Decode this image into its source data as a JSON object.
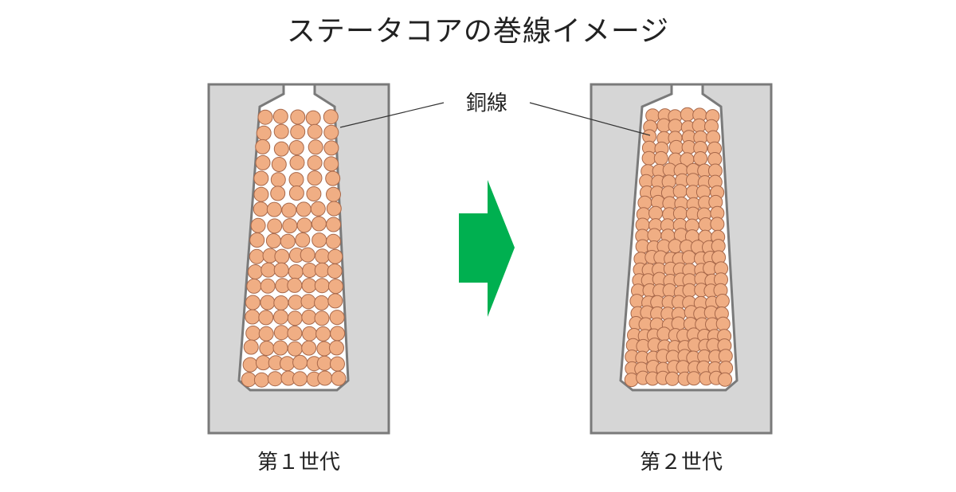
{
  "title": "ステータコアの巻線イメージ",
  "wire_label": "銅線",
  "panels": [
    {
      "caption": "第１世代",
      "wire_count": 113
    },
    {
      "caption": "第２世代",
      "wire_count": 200
    }
  ],
  "colors": {
    "core_fill": "#d6d6d6",
    "core_stroke": "#7a7a7a",
    "slot_fill": "#ffffff",
    "wire_fill": "#f0ae84",
    "wire_stroke": "#a8684a",
    "arrow": "#00b050",
    "text": "#222222"
  },
  "icons": [
    "right-arrow-icon"
  ]
}
